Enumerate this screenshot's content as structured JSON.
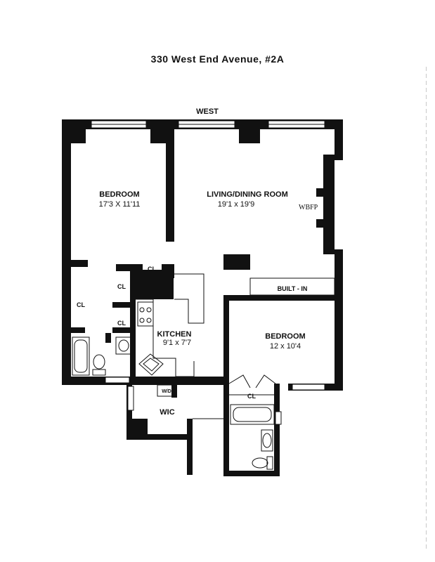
{
  "title": "330 West End Avenue, #2A",
  "compass": "WEST",
  "rooms": {
    "bedroom_1": {
      "name": "BEDROOM",
      "dims": "17'3 X 11'11"
    },
    "living": {
      "name": "LIVING/DINING ROOM",
      "dims": "19'1 x 19'9"
    },
    "fireplace": "WBFP",
    "built_in": "BUILT - IN",
    "kitchen": {
      "name": "KITCHEN",
      "dims": "9'1 x 7'7"
    },
    "bedroom_2": {
      "name": "BEDROOM",
      "dims": "12 x 10'4"
    },
    "closet": "CL",
    "wic": "WIC",
    "washer_dryer": "W/D"
  }
}
